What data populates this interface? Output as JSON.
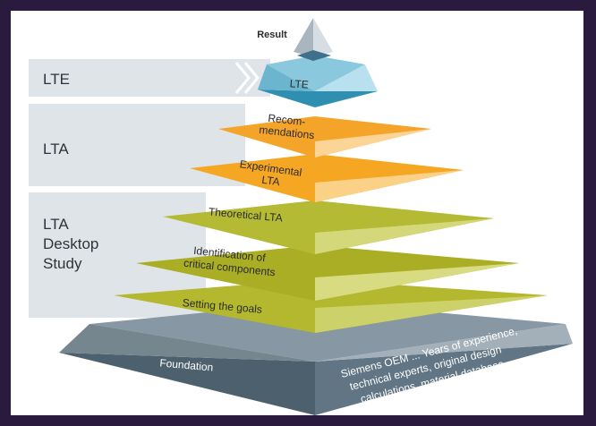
{
  "diagram": {
    "result_label": "Result",
    "stages": [
      {
        "lines": [
          "LTE"
        ]
      },
      {
        "lines": [
          "LTA"
        ]
      },
      {
        "lines": [
          "LTA",
          "Desktop",
          "Study"
        ]
      }
    ],
    "layers": [
      {
        "lines": [
          "LTE"
        ]
      },
      {
        "lines": [
          "Recom-",
          "mendations"
        ]
      },
      {
        "lines": [
          "Experimental",
          "LTA"
        ]
      },
      {
        "lines": [
          "Theoretical LTA"
        ]
      },
      {
        "lines": [
          "Identification of",
          "critical components"
        ]
      },
      {
        "lines": [
          "Setting the goals"
        ]
      }
    ],
    "foundation": {
      "label": "Foundation",
      "note_lines": [
        "Siemens OEM ... Years of experience,",
        "technical experts, original design",
        "calculations, material database"
      ]
    },
    "colors": {
      "background_frame": "#2a1a3e",
      "stage_band": "#dfe4e9",
      "apex": "#c5cfd6",
      "lte_layer": "#8ac8de",
      "lta_layer": "#f5a623",
      "desktop_layer": "#b9be3a",
      "foundation_layer": "#5d7180"
    }
  }
}
